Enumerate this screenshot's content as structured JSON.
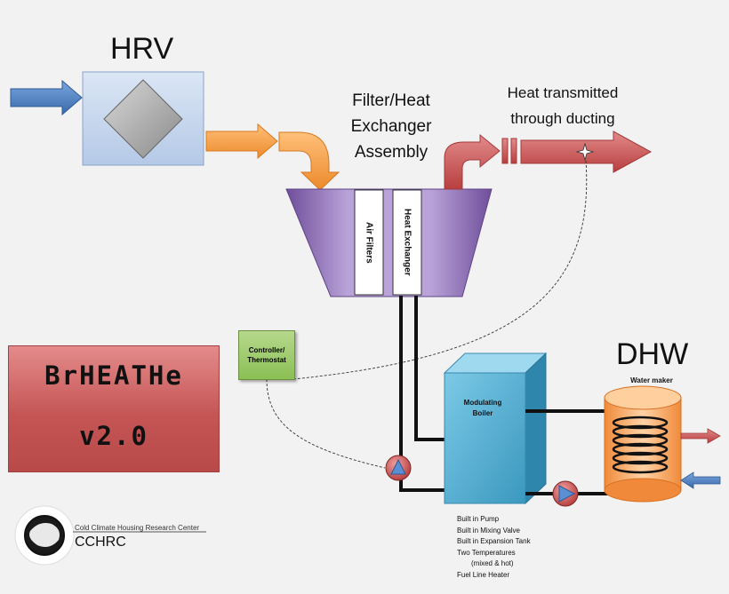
{
  "hrv_label": "HRV",
  "filter_assembly_label": "Filter/Heat\nExchanger\nAssembly",
  "ducting_label": "Heat transmitted\nthrough ducting",
  "air_filters_label": "Air Filters",
  "heat_exchanger_label": "Heat Exchanger",
  "controller_label": "Controller/\nThermostat",
  "brand_line1": "BrHEATHe",
  "brand_line2": "v2.0",
  "boiler_label": "Modulating\nBoiler",
  "boiler_features": [
    "Built in Pump",
    "Built in Mixing Valve",
    "Built in Expansion Tank",
    "Two Temperatures",
    "(mixed & hot)",
    "Fuel Line Heater"
  ],
  "dhw_label": "DHW",
  "water_maker_label": "Water maker",
  "org_name": "Cold Climate Housing Research Center",
  "org_abbr": "CCHRC",
  "colors": {
    "inlet_arrow": "#4a7fc1",
    "warm_arrow": "#f39a3c",
    "hot_arrow": "#c84a4a",
    "hrv_box": "#c9d9ee",
    "assembly": "#9a7fbf",
    "boiler": "#4aa8c8",
    "tank": "#f5a05a",
    "pump": "#c85050",
    "brand_box": "#c55555",
    "controller": "#8bbf55"
  }
}
